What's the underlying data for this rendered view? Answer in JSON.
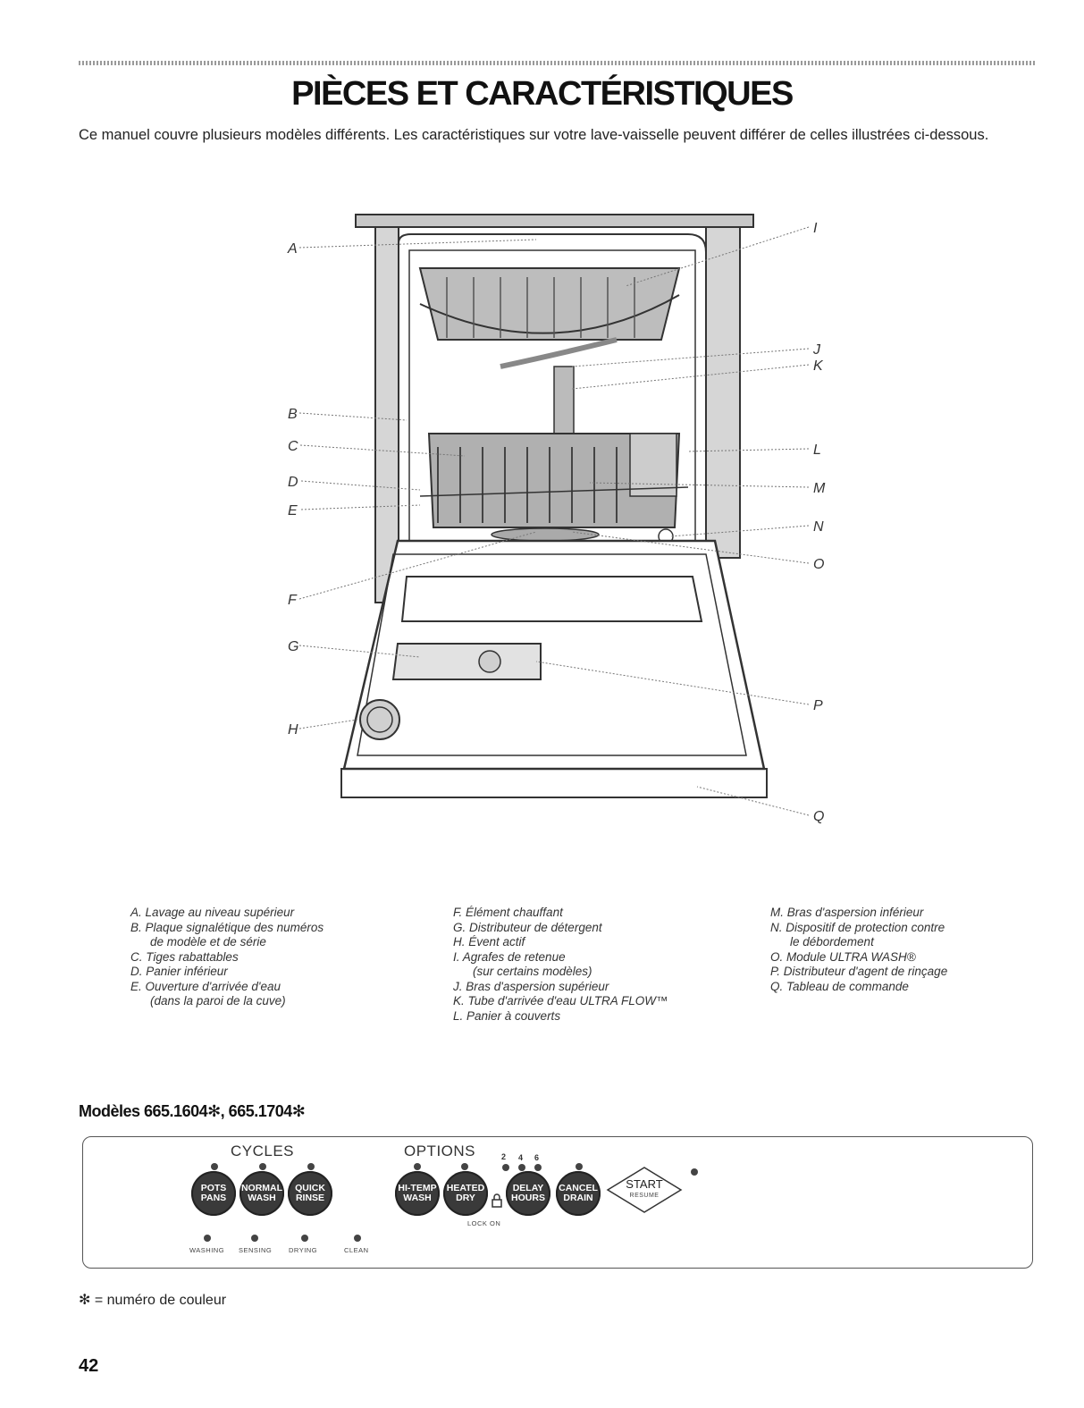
{
  "title": "PIÈCES ET CARACTÉRISTIQUES",
  "intro": "Ce manuel couvre plusieurs modèles différents. Les caractéristiques sur votre lave-vaisselle peuvent différer de celles illustrées ci-dessous.",
  "callouts": [
    "A",
    "B",
    "C",
    "D",
    "E",
    "F",
    "G",
    "H",
    "I",
    "J",
    "K",
    "L",
    "M",
    "N",
    "O",
    "P",
    "Q"
  ],
  "legend": {
    "col1": [
      "A. Lavage au niveau supérieur",
      "B. Plaque signalétique des numéros",
      "de modèle et de série",
      "C. Tiges rabattables",
      "D. Panier inférieur",
      "E. Ouverture d'arrivée d'eau",
      "(dans la paroi de la cuve)"
    ],
    "col2": [
      "F. Élément chauffant",
      "G. Distributeur de détergent",
      "H. Évent actif",
      "I. Agrafes de retenue",
      "(sur certains modèles)",
      "J. Bras d'aspersion supérieur",
      "K. Tube d'arrivée d'eau ULTRA FLOW™",
      "L. Panier à couverts"
    ],
    "col3": [
      "M. Bras d'aspersion inférieur",
      "N. Dispositif de protection contre",
      "le débordement",
      "O. Module ULTRA WASH®",
      "P. Distributeur d'agent de rinçage",
      "Q. Tableau de commande"
    ]
  },
  "models_heading": "Modèles 665.1604✻, 665.1704✻",
  "panel": {
    "cycles_label": "CYCLES",
    "options_label": "OPTIONS",
    "cycle_buttons": [
      "POTS PANS",
      "NORMAL WASH",
      "QUICK RINSE"
    ],
    "option_buttons": [
      "HI-TEMP WASH",
      "HEATED DRY",
      "DELAY HOURS",
      "CANCEL DRAIN"
    ],
    "start_label": "START",
    "resume_label": "RESUME",
    "delay_numbers": [
      "2",
      "4",
      "6"
    ],
    "lock_label": "LOCK ON",
    "status": [
      "WASHING",
      "SENSING",
      "DRYING",
      "CLEAN"
    ]
  },
  "footnote": "✻ = numéro de couleur",
  "page_number": "42"
}
